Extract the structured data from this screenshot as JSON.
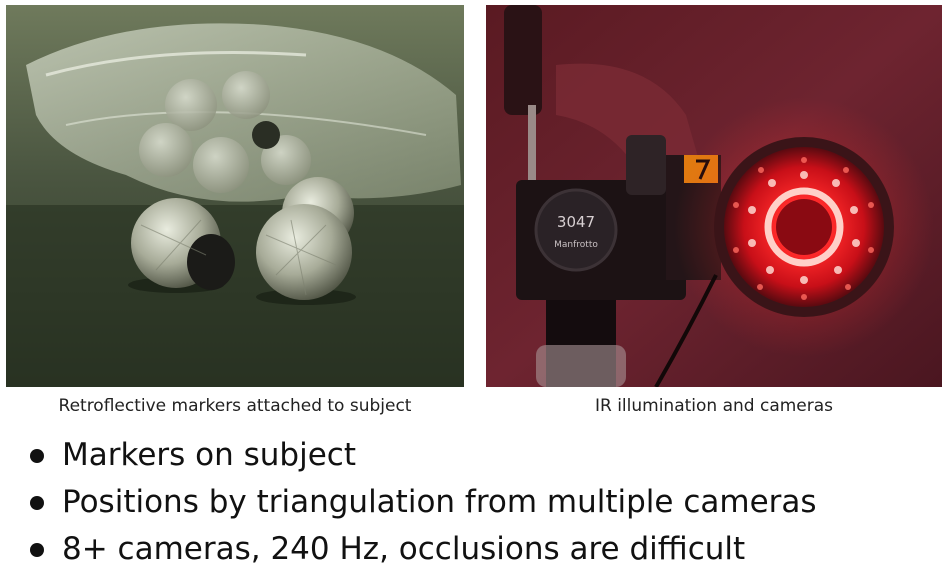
{
  "slide": {
    "images": [
      {
        "name": "markers-photo",
        "caption": "Retroflective markers attached to subject"
      },
      {
        "name": "ir-camera-photo",
        "caption": "IR illumination and cameras",
        "camera_label": "3047",
        "brand_label": "Manfrotto"
      }
    ],
    "bullets": [
      "Markers on subject",
      "Positions by triangulation from multiple cameras",
      "8+ cameras, 240 Hz, occlusions are difficult"
    ]
  }
}
